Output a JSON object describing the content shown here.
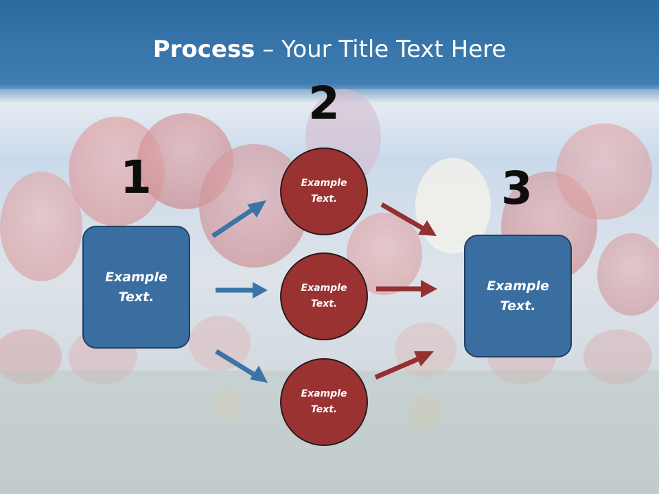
{
  "slide": {
    "title_bold": "Process",
    "title_rest": " – Your Title Text Here"
  },
  "steps": {
    "one": {
      "number": "1",
      "text": "Example Text."
    },
    "two": {
      "number": "2"
    },
    "three": {
      "number": "3",
      "text": "Example Text."
    }
  },
  "circles": [
    {
      "text": "Example Text."
    },
    {
      "text": "Example Text."
    },
    {
      "text": "Example Text."
    }
  ],
  "colors": {
    "header_blue": "#2f6c9f",
    "box_blue": "#3b6ea0",
    "circle_red": "#9a3232",
    "arrow_blue": "#3a74a8",
    "arrow_red": "#943030"
  }
}
